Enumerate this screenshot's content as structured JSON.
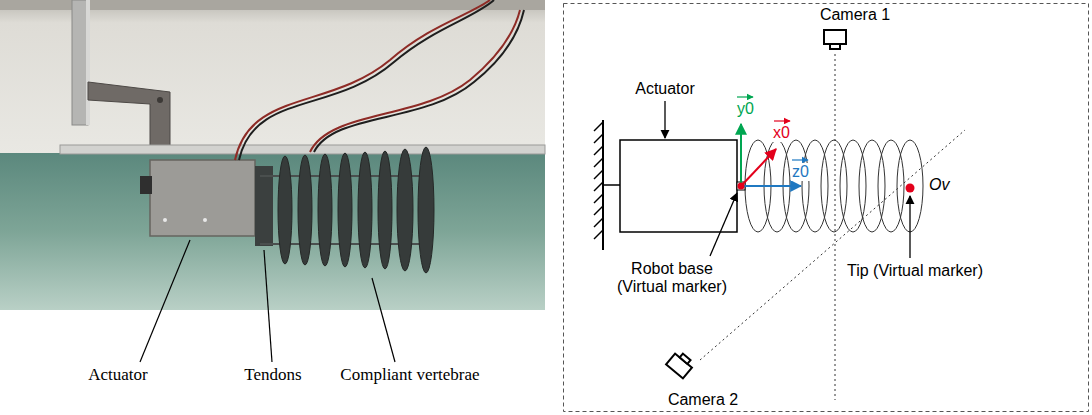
{
  "diagram": {
    "labels": [
      "Actuator",
      "Tendons",
      "Compliant vertebrae",
      "Camera 1",
      "Actuator",
      "y0",
      "x0",
      "z0",
      "Ov",
      "Robot base (Virtual marker)",
      "Tip (Virtual marker)",
      "Camera 2"
    ]
  }
}
